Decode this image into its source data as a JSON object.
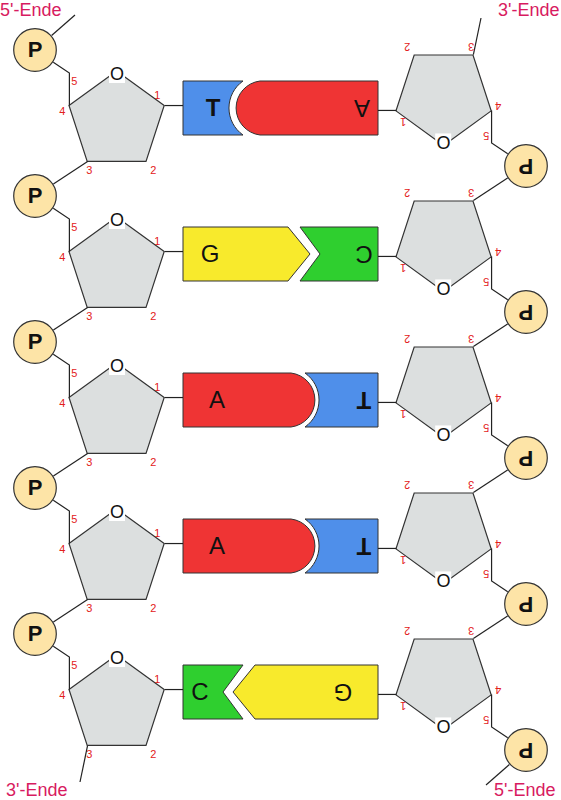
{
  "diagram": {
    "nodes": [
      {
        "text": [
          "P"
        ]
      },
      {
        "text": [
          "O",
          "1",
          "2",
          "3",
          "4",
          "5"
        ]
      },
      {
        "text": [
          "T"
        ]
      },
      {
        "text": [
          "A"
        ]
      },
      {
        "text": [
          "O",
          "1",
          "2",
          "3",
          "4",
          "5"
        ]
      },
      {
        "text": [
          "P"
        ]
      },
      {
        "text": [
          "P"
        ]
      },
      {
        "text": [
          "O",
          "1",
          "2",
          "3",
          "4",
          "5"
        ]
      },
      {
        "text": [
          "G"
        ]
      },
      {
        "text": [
          "C"
        ]
      },
      {
        "text": [
          "O",
          "1",
          "2",
          "3",
          "4",
          "5"
        ]
      },
      {
        "text": [
          "P"
        ]
      },
      {
        "text": [
          "P"
        ]
      },
      {
        "text": [
          "O",
          "1",
          "2",
          "3",
          "4",
          "5"
        ]
      },
      {
        "text": [
          "A"
        ]
      },
      {
        "text": [
          "T"
        ]
      },
      {
        "text": [
          "O",
          "1",
          "2",
          "3",
          "4",
          "5"
        ]
      },
      {
        "text": [
          "P"
        ]
      },
      {
        "text": [
          "P"
        ]
      },
      {
        "text": [
          "O",
          "1",
          "2",
          "3",
          "4",
          "5"
        ]
      },
      {
        "text": [
          "A"
        ]
      },
      {
        "text": [
          "T"
        ]
      },
      {
        "text": [
          "O",
          "1",
          "2",
          "3",
          "4",
          "5"
        ]
      },
      {
        "text": [
          "P"
        ]
      },
      {
        "text": [
          "P"
        ]
      },
      {
        "text": [
          "O",
          "1",
          "2",
          "3",
          "4",
          "5"
        ]
      },
      {
        "text": [
          "C"
        ]
      },
      {
        "text": [
          "G"
        ]
      },
      {
        "text": [
          "O",
          "1",
          "2",
          "3",
          "4",
          "5"
        ]
      },
      {
        "text": [
          "P"
        ]
      }
    ],
    "edges": [
      {
        "from": 0,
        "to": 1,
        "arrow": "none"
      },
      {
        "from": 1,
        "to": 2,
        "arrow": "none"
      },
      {
        "from": 4,
        "to": 3,
        "arrow": "none"
      },
      {
        "from": 4,
        "to": 5,
        "arrow": "none"
      },
      {
        "from": 1,
        "to": 6,
        "arrow": "none"
      },
      {
        "from": 6,
        "to": 7,
        "arrow": "none"
      },
      {
        "from": 7,
        "to": 8,
        "arrow": "none"
      },
      {
        "from": 10,
        "to": 9,
        "arrow": "none"
      },
      {
        "from": 10,
        "to": 11,
        "arrow": "none"
      },
      {
        "from": 7,
        "to": 12,
        "arrow": "none"
      },
      {
        "from": 5,
        "to": 10,
        "arrow": "none"
      },
      {
        "from": 12,
        "to": 13,
        "arrow": "none"
      },
      {
        "from": 13,
        "to": 14,
        "arrow": "none"
      },
      {
        "from": 16,
        "to": 15,
        "arrow": "none"
      },
      {
        "from": 16,
        "to": 17,
        "arrow": "none"
      },
      {
        "from": 13,
        "to": 18,
        "arrow": "none"
      },
      {
        "from": 11,
        "to": 16,
        "arrow": "none"
      },
      {
        "from": 18,
        "to": 19,
        "arrow": "none"
      },
      {
        "from": 19,
        "to": 20,
        "arrow": "none"
      },
      {
        "from": 22,
        "to": 21,
        "arrow": "none"
      },
      {
        "from": 22,
        "to": 23,
        "arrow": "none"
      },
      {
        "from": 19,
        "to": 24,
        "arrow": "none"
      },
      {
        "from": 17,
        "to": 22,
        "arrow": "none"
      },
      {
        "from": 24,
        "to": 25,
        "arrow": "none"
      },
      {
        "from": 25,
        "to": 26,
        "arrow": "none"
      },
      {
        "from": 28,
        "to": 27,
        "arrow": "none"
      },
      {
        "from": 28,
        "to": 29,
        "arrow": "none"
      },
      {
        "from": 23,
        "to": 28,
        "arrow": "none"
      }
    ],
    "labels": [
      "5'-Ende",
      "3'-Ende",
      "3'-Ende",
      "5'-Ende"
    ]
  }
}
